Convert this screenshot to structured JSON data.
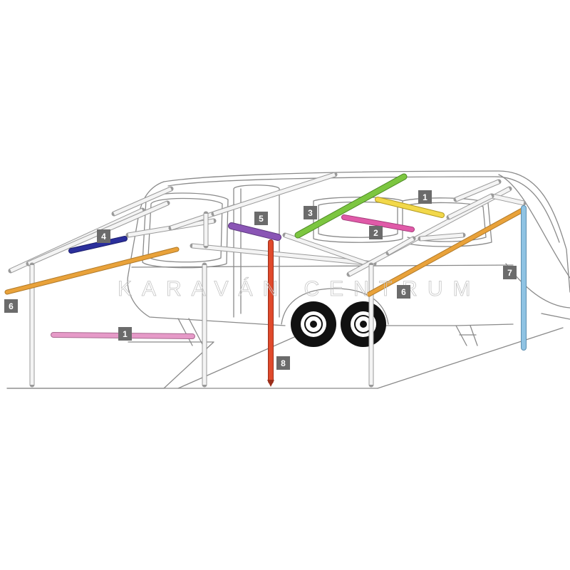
{
  "watermark": "KARAVÁN CENTRUM",
  "colors": {
    "outline": "#8a8a8a",
    "pole_plain": "#f4f4f4",
    "badge": "#6b6b6b",
    "part_1_front": "#f2d84a",
    "part_1_lower": "#e69ac8",
    "part_2": "#e05aa8",
    "part_3": "#7cc640",
    "part_4": "#2b2f9c",
    "part_5": "#8a55b5",
    "part_6": "#e9a23a",
    "part_7": "#8fc3e3",
    "part_8": "#e04a2c"
  },
  "badges": [
    {
      "id": "1-upper",
      "label": "1"
    },
    {
      "id": "1-lower",
      "label": "1"
    },
    {
      "id": "2",
      "label": "2"
    },
    {
      "id": "3",
      "label": "3"
    },
    {
      "id": "4",
      "label": "4"
    },
    {
      "id": "5",
      "label": "5"
    },
    {
      "id": "6-left",
      "label": "6"
    },
    {
      "id": "6-right",
      "label": "6"
    },
    {
      "id": "7",
      "label": "7"
    },
    {
      "id": "8",
      "label": "8"
    }
  ]
}
